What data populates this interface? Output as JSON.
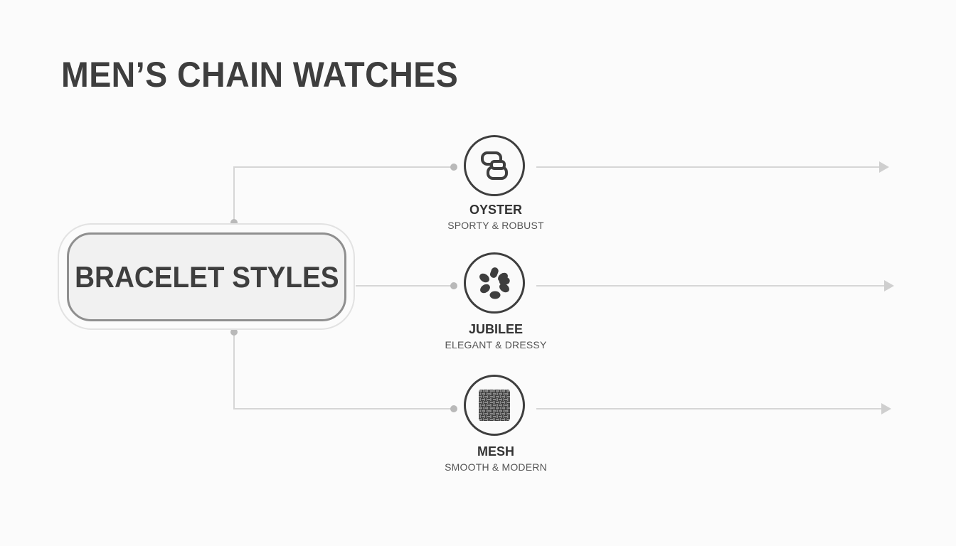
{
  "title": "MEN’S CHAIN WATCHES",
  "hub": {
    "label": "BRACELET STYLES"
  },
  "styles": [
    {
      "name": "OYSTER",
      "description": "SPORTY & ROBUST",
      "icon": "oyster-link-icon"
    },
    {
      "name": "JUBILEE",
      "description": "ELEGANT & DRESSY",
      "icon": "jubilee-link-icon"
    },
    {
      "name": "MESH",
      "description": "SMOOTH & MODERN",
      "icon": "mesh-weave-icon"
    }
  ],
  "colors": {
    "text": "#3e3e3e",
    "connector": "#d6d6d6",
    "dot": "#b9b9b9",
    "hub_border": "#8f8f8f",
    "hub_fill": "#f1f1f1"
  }
}
